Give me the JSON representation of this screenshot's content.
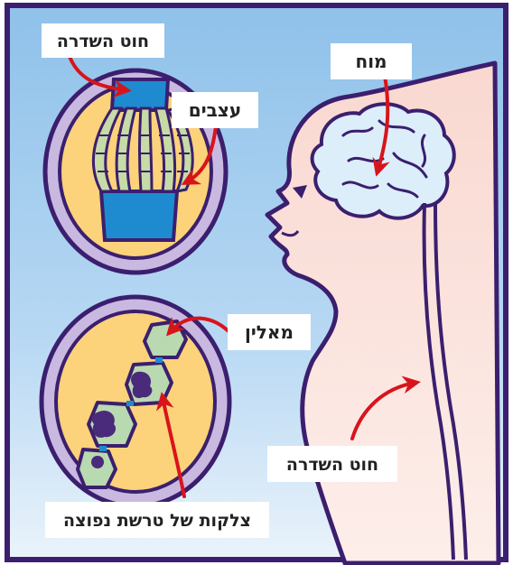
{
  "labels": {
    "spinal_cord_top": "חוט השדרה",
    "nerves": "עצבים",
    "brain": "מוח",
    "myelin": "מאלין",
    "spinal_cord_body": "חוט השדרה",
    "ms_plaques": "צלקות של טרשת נפוצה"
  },
  "colors": {
    "background_top": "#8fc1ea",
    "background_bottom": "#e8f2fb",
    "outline": "#3b1f6e",
    "skin": "#fbe3dc",
    "inset_fill": "#fcd27a",
    "brain_fill": "#dceefa",
    "nerve_fill": "#c7dba6",
    "spinal_block": "#1e8bd1",
    "myelin_fill": "#b9d9b0",
    "plaque_fill": "#4a2a7a",
    "arrow": "#d8141b"
  }
}
